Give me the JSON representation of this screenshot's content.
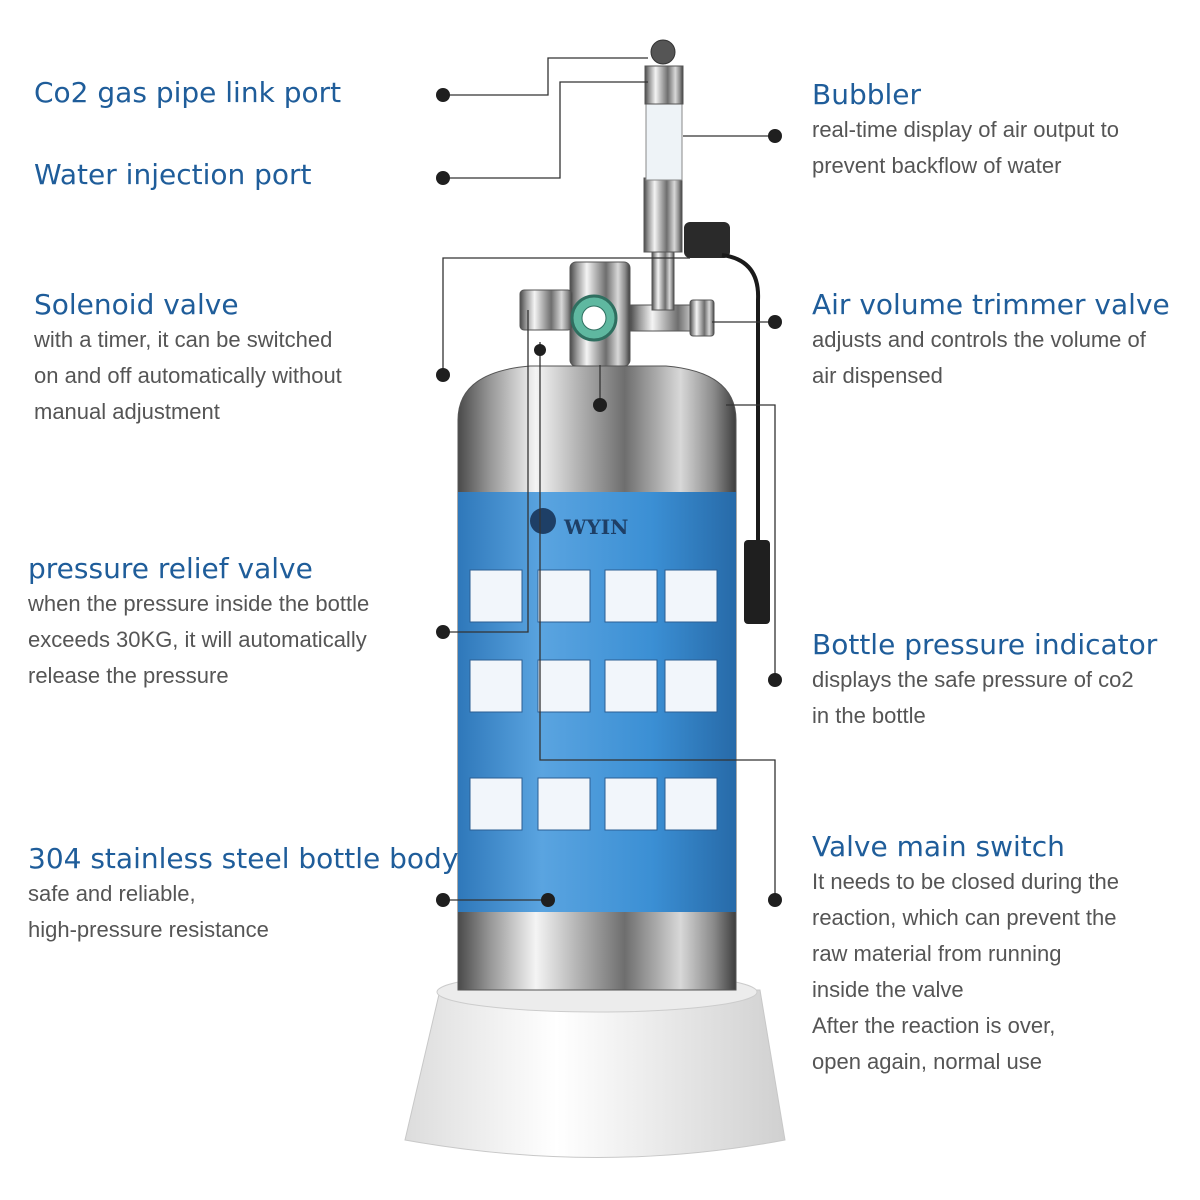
{
  "colors": {
    "title": "#1f5d9a",
    "text": "#555555",
    "label_band": "#3b8fd4",
    "line": "#333333"
  },
  "brand": "WYIN",
  "callouts": {
    "co2_port": {
      "title": "Co2 gas pipe link port"
    },
    "water_port": {
      "title": "Water injection port"
    },
    "solenoid": {
      "title": "Solenoid valve",
      "lines": [
        "with a timer, it can be switched",
        "on and  off automatically without",
        "manual adjustment"
      ]
    },
    "relief": {
      "title": "pressure relief valve",
      "lines": [
        "when the pressure inside the bottle",
        "exceeds 30KG, it will automatically",
        "release the pressure"
      ]
    },
    "body": {
      "title": "304 stainless steel bottle body",
      "lines": [
        "safe and reliable,",
        "high-pressure resistance"
      ]
    },
    "bubbler": {
      "title": "Bubbler",
      "lines": [
        "real-time display of air output to",
        "prevent  backflow of water"
      ]
    },
    "trimmer": {
      "title": "Air volume trimmer valve",
      "lines": [
        "adjusts and controls the volume of",
        "air dispensed"
      ]
    },
    "indicator": {
      "title": "Bottle pressure indicator",
      "lines": [
        "displays the safe pressure of co2",
        "in the bottle"
      ]
    },
    "switch": {
      "title": "Valve main switch",
      "lines": [
        "It  needs  to  be  closed  during  the",
        "reaction,  which  can  prevent  the",
        "raw  material  from  running",
        "inside  the  valve",
        "After  the  reaction  is  over,",
        "open  again,  normal  use"
      ]
    }
  }
}
